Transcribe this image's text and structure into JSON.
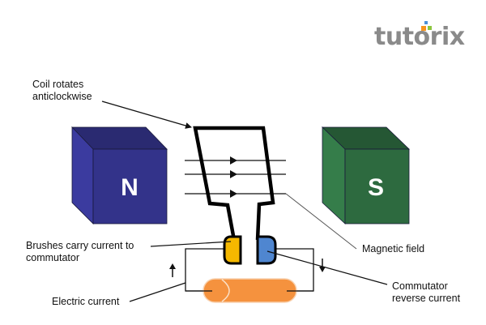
{
  "logo": {
    "text": "tutorix",
    "dot_colors": [
      "#f7941d",
      "#4a90d9",
      "#8cc63f"
    ]
  },
  "title_hidden": "",
  "magnets": {
    "north": {
      "letter": "N",
      "color": "#33338a"
    },
    "south": {
      "letter": "S",
      "color": "#2d6a3f"
    }
  },
  "labels": {
    "coil": [
      "Coil rotates",
      "anticlockwise"
    ],
    "brushes": [
      "Brushes carry current to",
      "commutator"
    ],
    "electric_current": "Electric current",
    "magnetic_field": "Magnetic field",
    "commutator": [
      "Commutator",
      "reverse current"
    ]
  },
  "colors": {
    "brush_left": "#f5b800",
    "brush_right": "#4f86d0",
    "battery": "#f5923e"
  },
  "icons": {
    "field_arrow": "arrow-right-icon",
    "current_up": "arrow-up-icon",
    "current_down": "arrow-down-icon"
  }
}
